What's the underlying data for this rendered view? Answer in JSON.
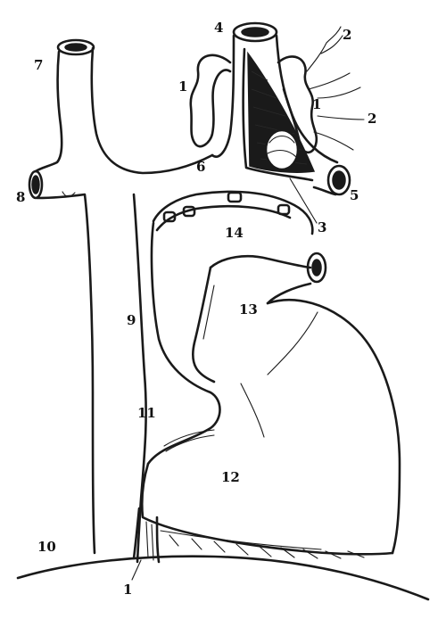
{
  "labels": {
    "l1_left": "1",
    "l1_right": "1",
    "l1_bottom": "1",
    "l2_top": "2",
    "l2_mid": "2",
    "l3": "3",
    "l4": "4",
    "l5": "5",
    "l6": "6",
    "l7": "7",
    "l8": "8",
    "l9": "9",
    "l10": "10",
    "l11": "11",
    "l12": "12",
    "l13": "13",
    "l14": "14"
  },
  "colors": {
    "ink": "#1a1a1a",
    "paper": "#ffffff"
  }
}
